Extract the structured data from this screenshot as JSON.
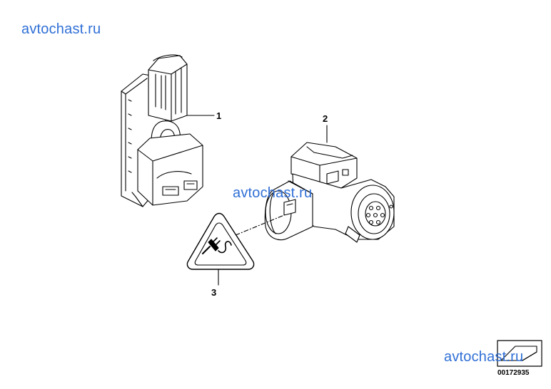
{
  "watermarks": [
    "avtochast.ru",
    "avtochast.ru",
    "avtochast.ru"
  ],
  "callouts": {
    "part1": "1",
    "part2": "2",
    "part3": "3"
  },
  "diagram_number": "00172935"
}
